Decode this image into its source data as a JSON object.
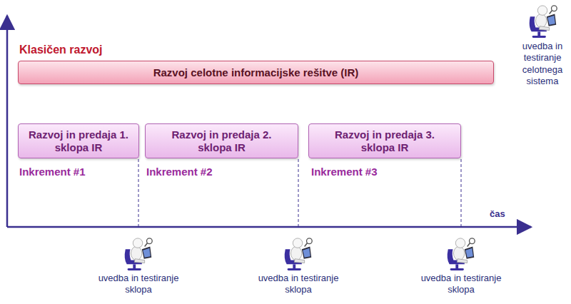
{
  "diagram": {
    "nodes": [
      {
        "text": [
          "Razvoj celotne informacijske rešitve (IR)"
        ]
      },
      {
        "text": [
          "Razvoj in predaja 1. sklopa IR"
        ]
      },
      {
        "text": [
          "Razvoj in predaja 2. sklopa IR"
        ]
      },
      {
        "text": [
          "Razvoj in predaja 3. sklopa IR"
        ]
      }
    ],
    "labels": [
      "Klasičen razvoj",
      "Inkrement #1",
      "Inkrement #2",
      "Inkrement #3",
      "čas",
      "uvedba in testiranje celotnega sistema",
      "uvedba in testiranje sklopa",
      "uvedba in testiranje sklopa",
      "uvedba in testiranje sklopa"
    ]
  }
}
